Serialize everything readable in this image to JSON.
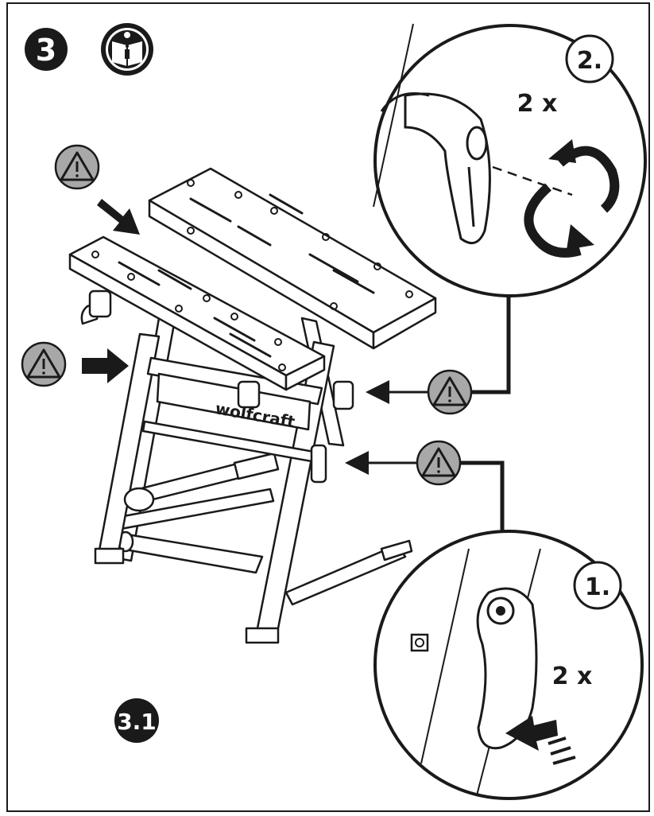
{
  "step": {
    "number": "3",
    "sub_number": "3.1",
    "manual_icon": "read-manual-icon"
  },
  "detail_top": {
    "step_label": "2.",
    "count": "2 x",
    "icon": "rotate-arrows-icon"
  },
  "detail_bottom": {
    "step_label": "1.",
    "count": "2 x",
    "icon": "push-arrow-icon"
  },
  "product": {
    "brand": "wolfcraft"
  },
  "warnings": [
    {
      "icon": "warning-triangle-icon"
    },
    {
      "icon": "warning-triangle-icon"
    },
    {
      "icon": "warning-triangle-icon"
    },
    {
      "icon": "warning-triangle-icon"
    }
  ],
  "colors": {
    "ink": "#1a1a1a",
    "warning_fill": "#a8a8a8",
    "badge_fill": "#1a1a1a"
  }
}
